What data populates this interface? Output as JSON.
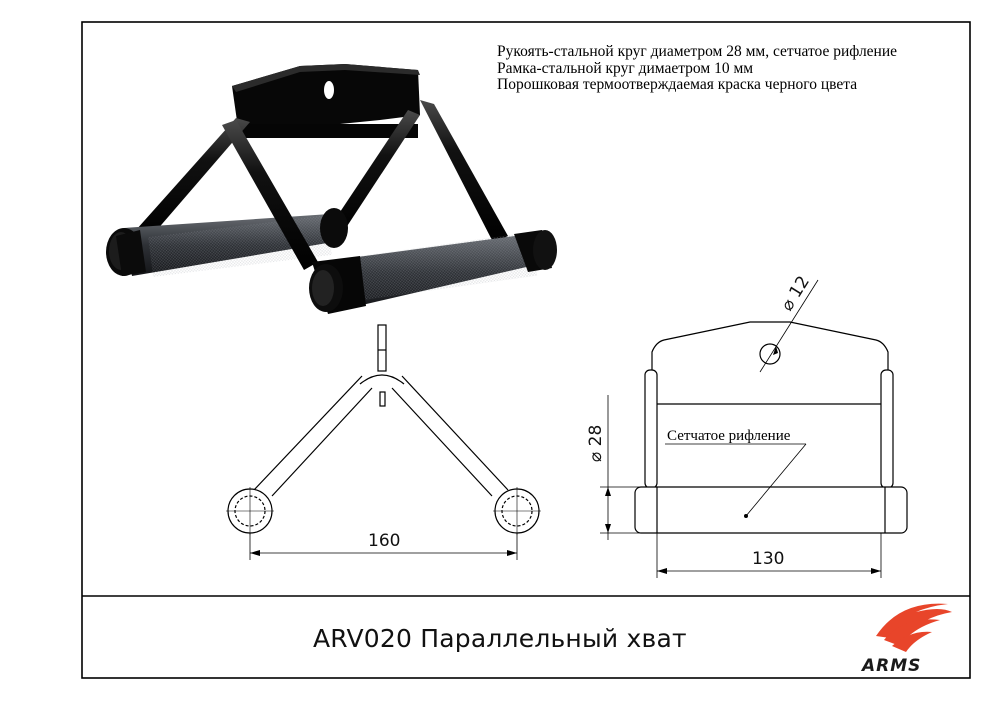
{
  "notes": [
    "Рукоять-стальной круг диаметром 28 мм, сетчатое рифление",
    "Рамка-стальной круг димаетром 10 мм",
    "Порошковая термоотверждаемая краска черного цвета"
  ],
  "title": "ARV020 Параллельный хват",
  "dimensions": {
    "width_side": "160",
    "width_front": "130",
    "hole_diameter": "⌀ 12",
    "handle_diameter": "⌀ 28"
  },
  "callout": "Сетчатое рифление",
  "logo": {
    "text": "ARMS",
    "color": "#e8452a"
  }
}
